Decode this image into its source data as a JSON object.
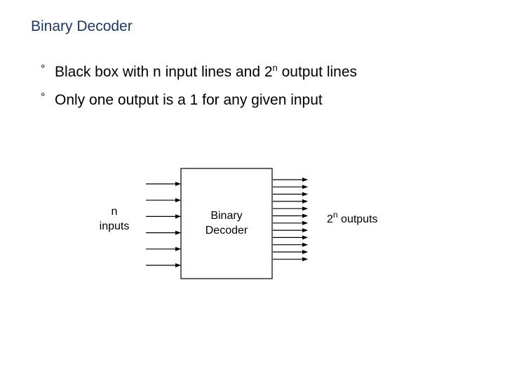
{
  "title": "Binary Decoder",
  "bullets": [
    {
      "marker": "°",
      "text_before": "Black box with n input lines and 2",
      "superscript": "n",
      "text_after": " output lines"
    },
    {
      "marker": "°",
      "text": "Only one output is a 1 for any given input"
    }
  ],
  "diagram": {
    "input_label_line1": "n",
    "input_label_line2": "inputs",
    "box_label_line1": "Binary",
    "box_label_line2": "Decoder",
    "output_label_base": "2",
    "output_label_sup": "n",
    "output_label_rest": " outputs",
    "input_arrow_count": 6,
    "output_arrow_count": 12
  },
  "colors": {
    "title": "#1f3864",
    "text": "#000000",
    "lines": "#000000"
  }
}
